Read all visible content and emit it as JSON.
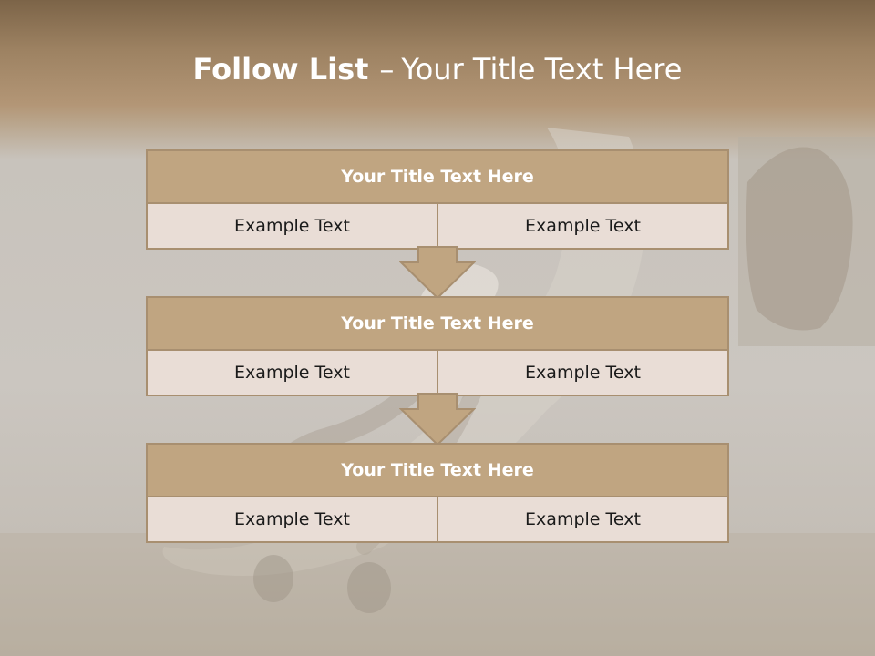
{
  "slide": {
    "title_bold": "Follow List",
    "title_separator": "–",
    "title_rest": "Your Title Text Here"
  },
  "steps": [
    {
      "title": "Your Title Text Here",
      "left": "Example Text",
      "right": "Example Text"
    },
    {
      "title": "Your Title Text Here",
      "left": "Example Text",
      "right": "Example Text"
    },
    {
      "title": "Your Title Text Here",
      "left": "Example Text",
      "right": "Example Text"
    }
  ],
  "colors": {
    "header_fill": "#c0a581",
    "body_fill": "#e9ddd6",
    "border": "#a88f70",
    "title_text": "#ffffff"
  },
  "icons": {
    "connector": "down-arrow-icon"
  }
}
